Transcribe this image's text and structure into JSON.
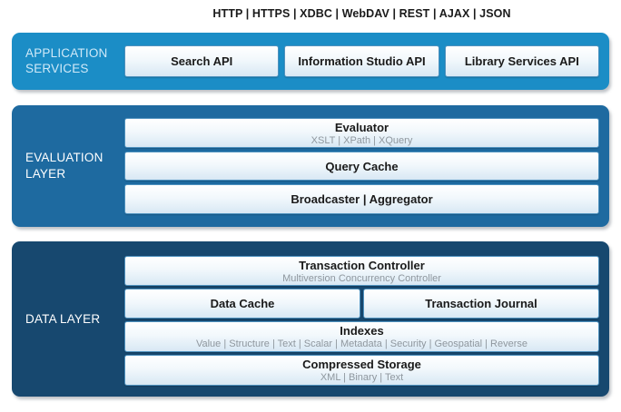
{
  "header": {
    "protocols": "HTTP | HTTPS | XDBC | WebDAV | REST | AJAX | JSON"
  },
  "colors": {
    "application_layer_bg": "#1b8dc6",
    "evaluation_layer_bg": "#1e6aa0",
    "data_layer_bg": "#17486f",
    "box_border": "#4f92bf",
    "box_gradient_bottom": "#d8e8f4",
    "title_text": "#1a1a1a",
    "subtitle_text": "#8f979e"
  },
  "layers": [
    {
      "label": "APPLICATION SERVICES",
      "bg": "#1b8dc6",
      "boxes": [
        {
          "title": "Search API"
        },
        {
          "title": "Information Studio API"
        },
        {
          "title": "Library Services API"
        }
      ]
    },
    {
      "label": "EVALUATION LAYER",
      "bg": "#1e6aa0",
      "boxes": [
        {
          "title": "Evaluator",
          "subtitle": "XSLT | XPath | XQuery"
        },
        {
          "title": "Query Cache"
        },
        {
          "title": "Broadcaster | Aggregator"
        }
      ]
    },
    {
      "label": "DATA LAYER",
      "bg": "#17486f",
      "boxes": [
        {
          "title": "Transaction Controller",
          "subtitle": "Multiversion Concurrency Controller"
        },
        {
          "title": "Data Cache"
        },
        {
          "title": "Transaction Journal"
        },
        {
          "title": "Indexes",
          "subtitle": "Value | Structure | Text | Scalar | Metadata | Security | Geospatial | Reverse"
        },
        {
          "title": "Compressed Storage",
          "subtitle": "XML | Binary | Text"
        }
      ]
    }
  ]
}
